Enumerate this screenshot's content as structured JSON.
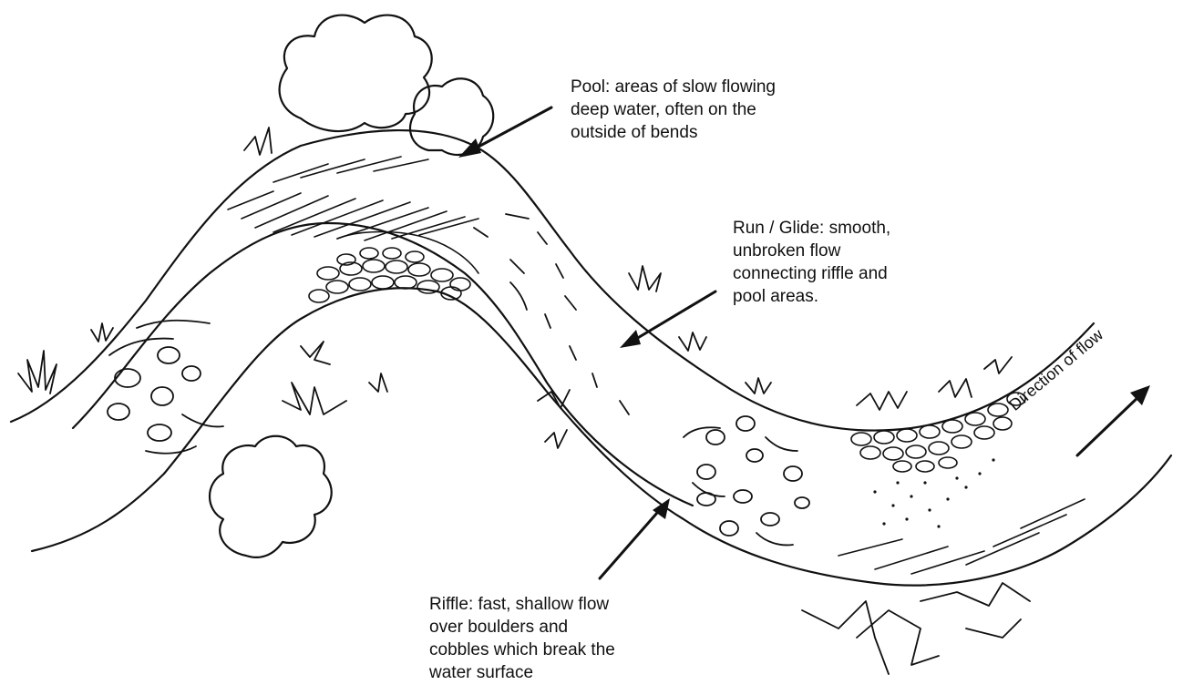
{
  "labels": {
    "pool": [
      "Pool: areas of slow flowing",
      "deep water, often on the",
      "outside of bends"
    ],
    "run": [
      "Run / Glide: smooth,",
      "unbroken flow",
      "connecting riffle and",
      "pool areas."
    ],
    "riffle": [
      "Riffle: fast, shallow flow",
      "over boulders and",
      "cobbles which break the",
      "water surface"
    ],
    "direction": "Direction of flow"
  },
  "colors": {
    "ink": "#111111",
    "background": "#ffffff"
  }
}
